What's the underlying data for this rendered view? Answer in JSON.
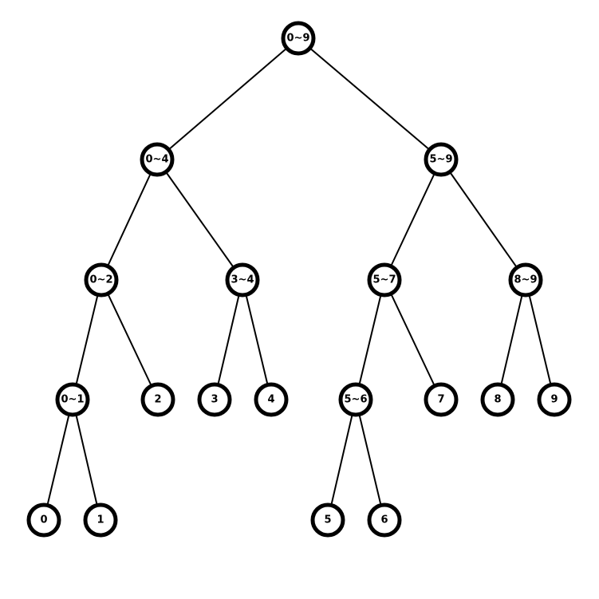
{
  "tree": {
    "nodes": [
      {
        "id": "n09",
        "label": "0~9"
      },
      {
        "id": "n04",
        "label": "0~4"
      },
      {
        "id": "n59",
        "label": "5~9"
      },
      {
        "id": "n02",
        "label": "0~2"
      },
      {
        "id": "n34",
        "label": "3~4"
      },
      {
        "id": "n57",
        "label": "5~7"
      },
      {
        "id": "n89",
        "label": "8~9"
      },
      {
        "id": "n01",
        "label": "0~1"
      },
      {
        "id": "n2",
        "label": "2"
      },
      {
        "id": "n3",
        "label": "3"
      },
      {
        "id": "n4",
        "label": "4"
      },
      {
        "id": "n56",
        "label": "5~6"
      },
      {
        "id": "n7",
        "label": "7"
      },
      {
        "id": "n8",
        "label": "8"
      },
      {
        "id": "n9",
        "label": "9"
      },
      {
        "id": "n0",
        "label": "0"
      },
      {
        "id": "n1",
        "label": "1"
      },
      {
        "id": "n5",
        "label": "5"
      },
      {
        "id": "n6",
        "label": "6"
      }
    ],
    "edges": [
      [
        "n09",
        "n04"
      ],
      [
        "n09",
        "n59"
      ],
      [
        "n04",
        "n02"
      ],
      [
        "n04",
        "n34"
      ],
      [
        "n59",
        "n57"
      ],
      [
        "n59",
        "n89"
      ],
      [
        "n02",
        "n01"
      ],
      [
        "n02",
        "n2"
      ],
      [
        "n34",
        "n3"
      ],
      [
        "n34",
        "n4"
      ],
      [
        "n57",
        "n56"
      ],
      [
        "n57",
        "n7"
      ],
      [
        "n89",
        "n8"
      ],
      [
        "n89",
        "n9"
      ],
      [
        "n01",
        "n0"
      ],
      [
        "n01",
        "n1"
      ],
      [
        "n56",
        "n5"
      ],
      [
        "n56",
        "n6"
      ]
    ]
  }
}
